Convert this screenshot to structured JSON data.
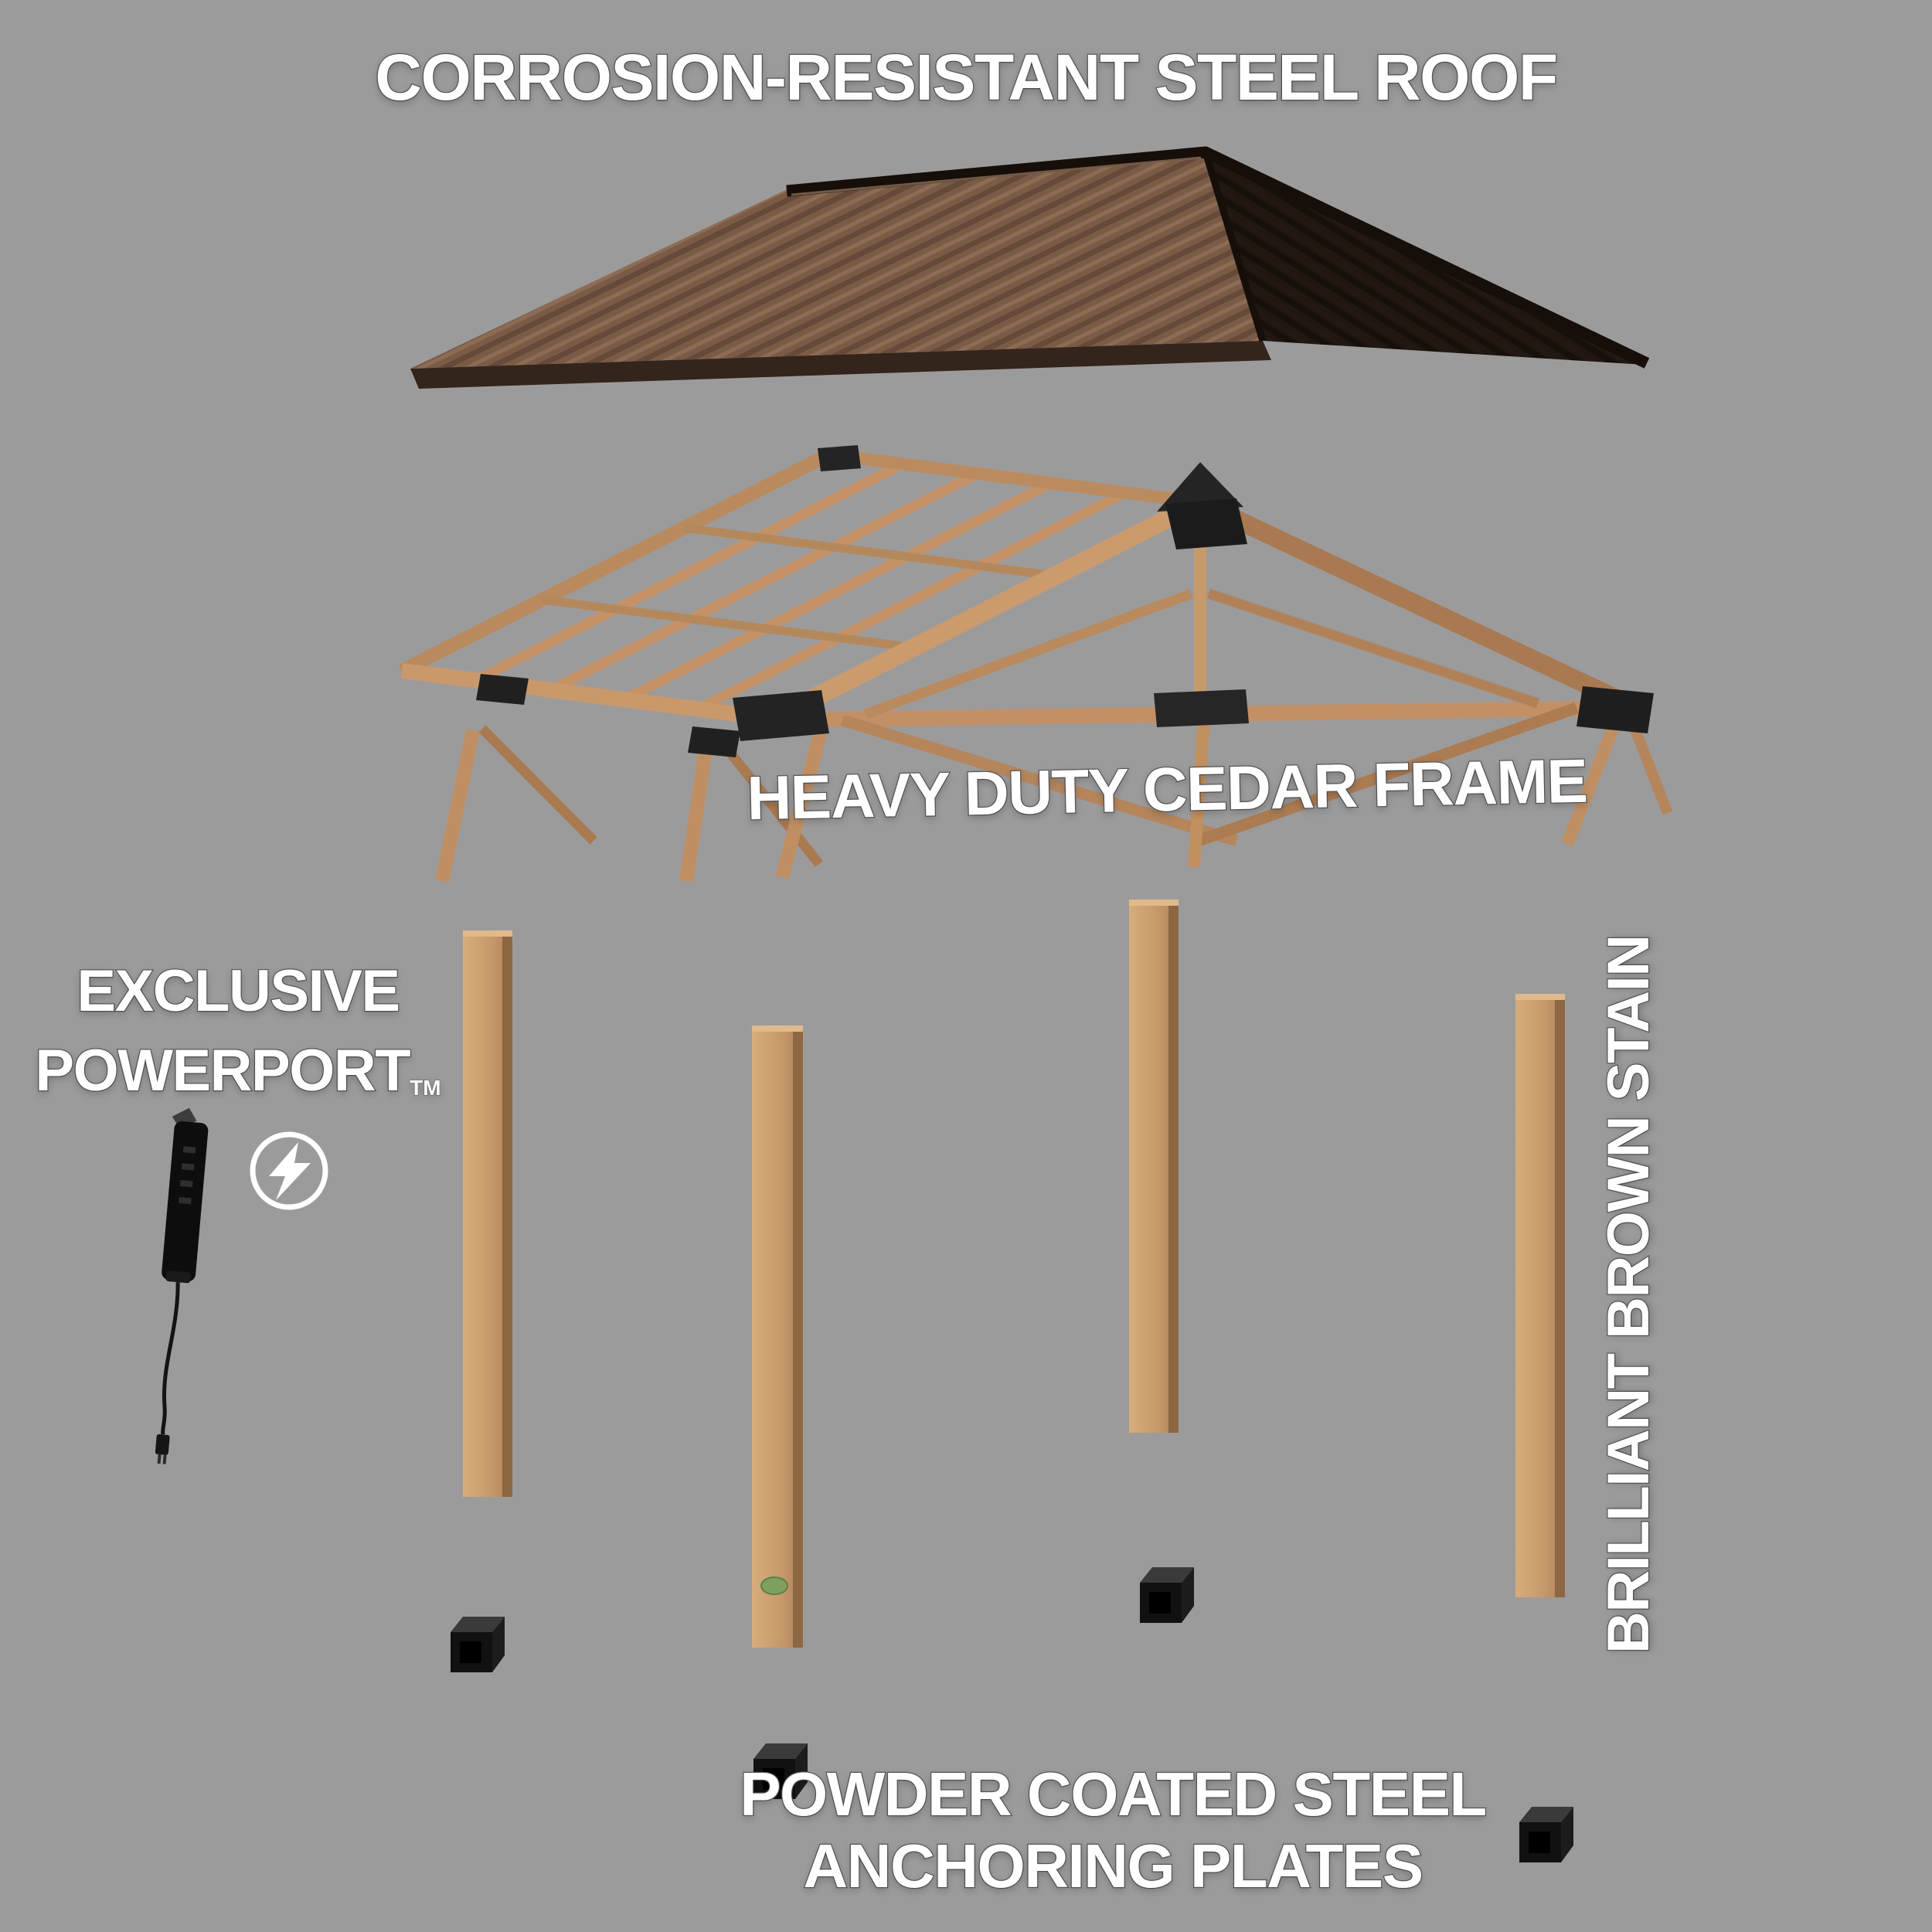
{
  "meta": {
    "description": "Exploded-view product diagram of a cedar gazebo / pavilion with steel roof"
  },
  "labels": {
    "roof": "CORROSION-RESISTANT STEEL ROOF",
    "frame": "HEAVY DUTY CEDAR FRAME",
    "powerport_line1": "EXCLUSIVE",
    "powerport_line2": "POWERPORT",
    "powerport_trademark": "TM",
    "stain": "BRILLIANT BROWN STAIN",
    "plates_line1": "POWDER COATED STEEL",
    "plates_line2": "ANCHORING PLATES"
  },
  "icons": {
    "power_strip": "power-strip-icon",
    "lightning_bolt": "lightning-bolt-icon"
  },
  "parts": {
    "post_count": 4,
    "anchor_plate_count": 4
  },
  "colors": {
    "background": "#9c9b9c",
    "roof_panel_light": "#7a5b46",
    "roof_panel_dark": "#201711",
    "cedar_wood": "#c59267",
    "bracket_black": "#1f1f1f",
    "label_text": "#ffffff",
    "label_outline": "#5a5a5a"
  }
}
